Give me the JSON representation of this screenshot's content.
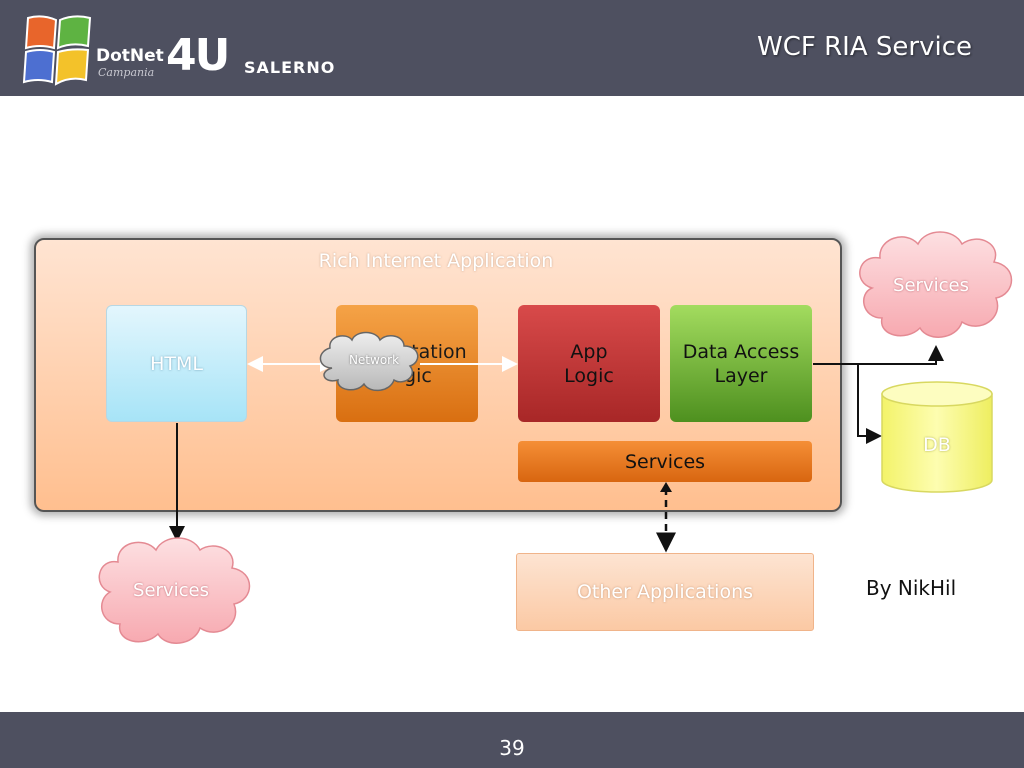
{
  "header": {
    "title": "WCF RIA Service",
    "logo": {
      "brand": "DotNet",
      "region": "Campania",
      "number": "4U",
      "city": "SALERNO"
    }
  },
  "footer": {
    "page_number": "39"
  },
  "diagram": {
    "container_label": "Rich Internet Application",
    "blocks": {
      "html": "HTML",
      "presentation_line1": "Presentation",
      "presentation_line2": "Logic",
      "app_logic_line1": "App",
      "app_logic_line2": "Logic",
      "dal_line1": "Data Access",
      "dal_line2": "Layer",
      "services_bar": "Services",
      "other_apps": "Other Applications"
    },
    "network_label": "Network",
    "cloud_top_right": "Services",
    "cloud_bottom_left": "Services",
    "db_label": "DB"
  },
  "byline": "By NikHil",
  "colors": {
    "header_bg": "#4e5060",
    "html_block": "#a7e4f7",
    "presentation_block": "#e3801f",
    "app_logic_block": "#c13838",
    "dal_block": "#6fb236",
    "services_bar": "#e97a1f",
    "cloud_fill": "#fbc3c7",
    "db_fill": "#fbfb8e"
  }
}
